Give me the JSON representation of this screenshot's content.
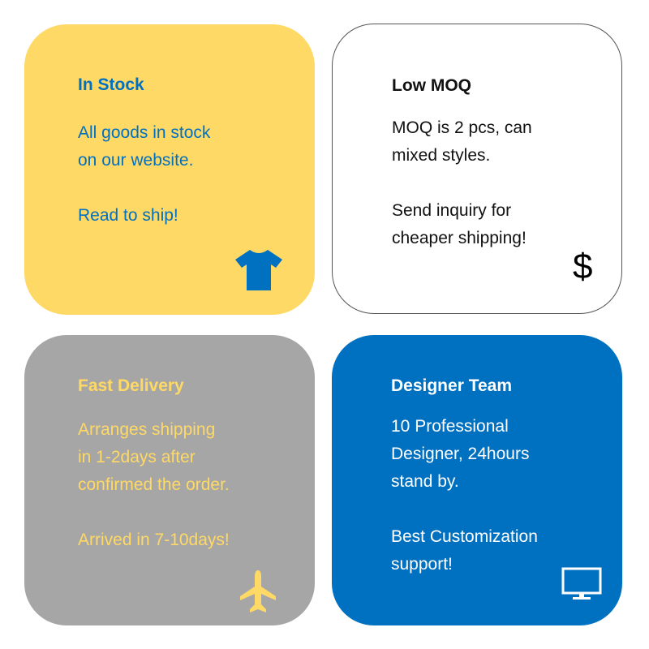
{
  "cards": [
    {
      "title": "In Stock",
      "body": "All goods in stock\non our website.\n\nRead to ship!",
      "icon": "tshirt-icon",
      "color": "#FFD966"
    },
    {
      "title": "Low MOQ",
      "body": "MOQ is 2 pcs, can\nmixed styles.\n\nSend inquiry for\ncheaper shipping!",
      "icon": "dollar-icon",
      "icon_glyph": "$",
      "color": "#FFFFFF"
    },
    {
      "title": "Fast Delivery",
      "body": "Arranges shipping\nin 1-2days after\nconfirmed the order.\n\nArrived in 7-10days!",
      "icon": "airplane-icon",
      "color": "#A6A6A6"
    },
    {
      "title": "Designer Team",
      "body": "10 Professional\nDesigner, 24hours\nstand by.\n\nBest Customization\nsupport!",
      "icon": "monitor-icon",
      "color": "#0070C0"
    }
  ]
}
